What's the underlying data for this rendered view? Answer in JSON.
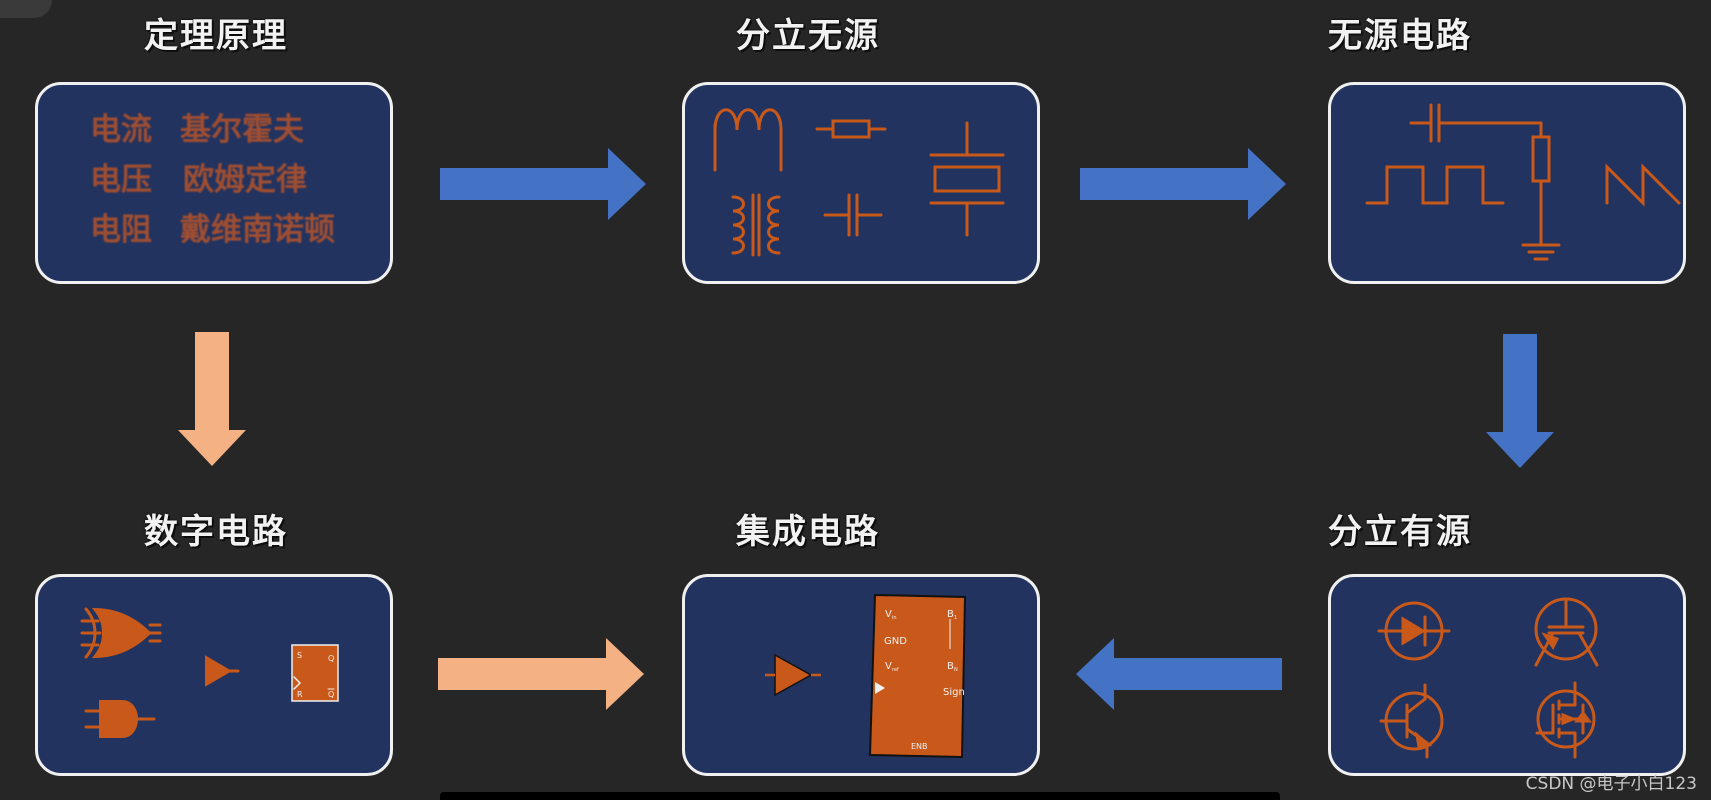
{
  "nodes": {
    "principles": {
      "title": "定理原理",
      "lines": [
        [
          "电流",
          "基尔霍夫"
        ],
        [
          "电压",
          "欧姆定律"
        ],
        [
          "电阻",
          "戴维南诺顿"
        ]
      ]
    },
    "discrete_passive": {
      "title": "分立无源"
    },
    "passive_circuit": {
      "title": "无源电路"
    },
    "digital_circuit": {
      "title": "数字电路"
    },
    "integrated_circuit": {
      "title": "集成电路",
      "chip_pins": {
        "vin": "V",
        "vin_sub": "in",
        "gnd": "GND",
        "vref": "V",
        "vref_sub": "ref",
        "b1": "B",
        "b1_sub": "1",
        "bn": "B",
        "bn_sub": "N",
        "sign": "Sign",
        "enb": "ENB"
      }
    },
    "discrete_active": {
      "title": "分立有源"
    }
  },
  "flipflop_pins": {
    "s": "S",
    "r": "R",
    "q": "Q",
    "qbar": "Q"
  },
  "colors": {
    "background": "#262626",
    "card_fill": "#22335f",
    "card_border": "#f0f0f0",
    "symbol_orange": "#c8591a",
    "arrow_blue": "#4472c4",
    "arrow_peach": "#f4b183"
  },
  "watermark": "CSDN @电子小白123"
}
